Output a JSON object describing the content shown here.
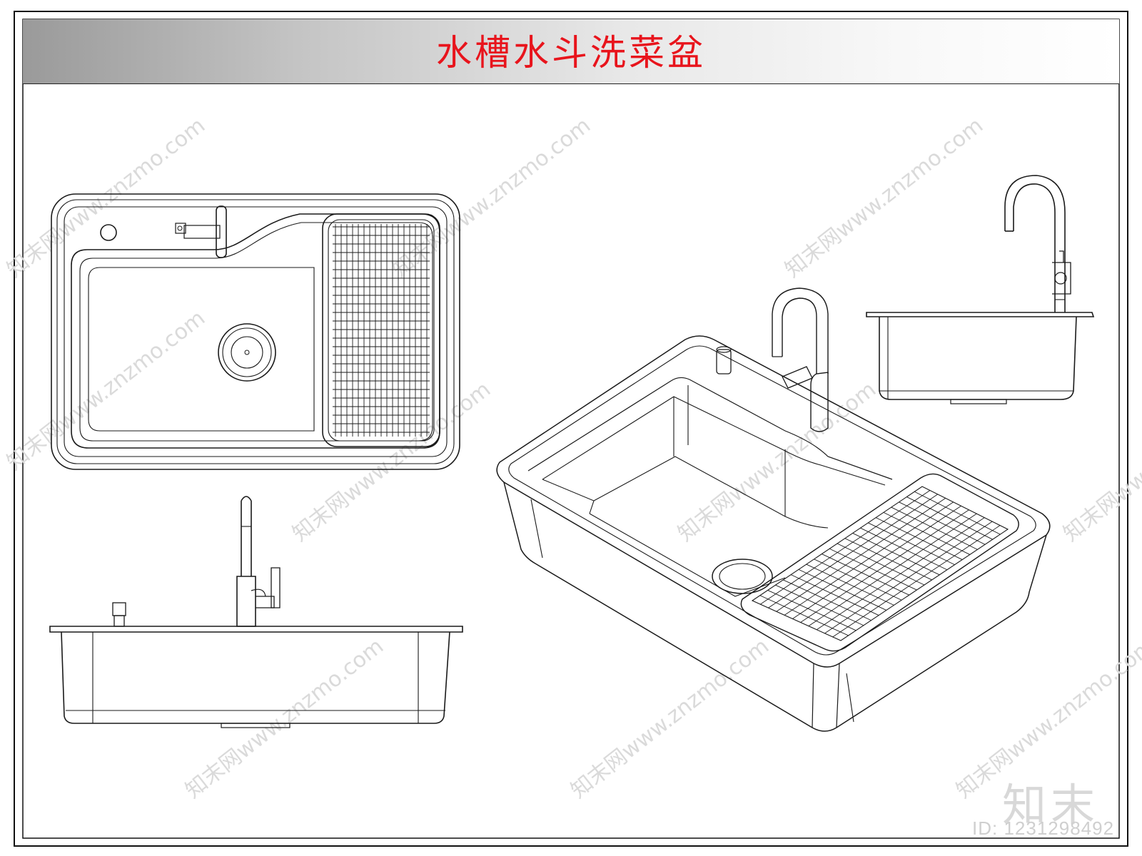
{
  "title": "水槽水斗洗菜盆",
  "watermark": {
    "logo": "知末",
    "id_text": "ID: 1231298492",
    "text": "知末网www.znzmo.com"
  },
  "colors": {
    "title": "#e8141c",
    "line": "#1a1a1a",
    "watermark": "#d8d8d8"
  }
}
